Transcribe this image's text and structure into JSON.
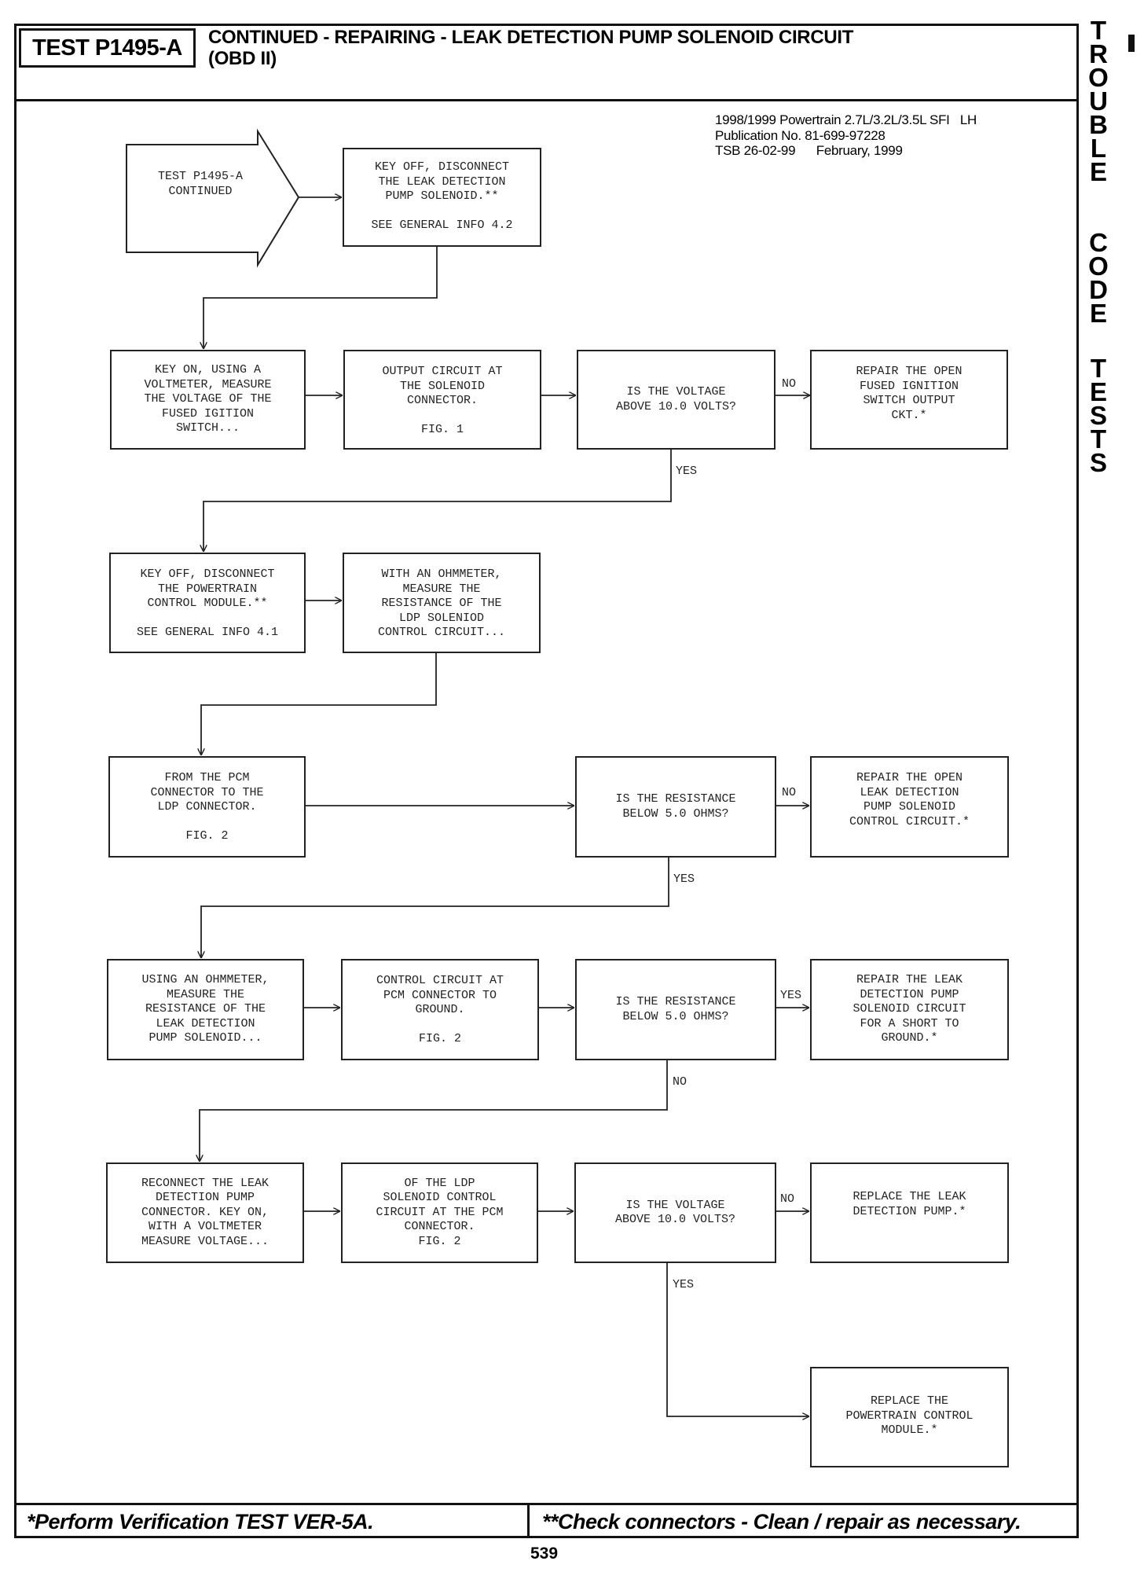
{
  "header": {
    "test_id": "TEST P1495-A",
    "title_line1": "CONTINUED - REPAIRING - LEAK DETECTION PUMP SOLENOID CIRCUIT",
    "title_line2": "(OBD II)"
  },
  "side_tab": [
    "T",
    "R",
    "O",
    "U",
    "B",
    "L",
    "E",
    "C",
    "O",
    "D",
    "E",
    "T",
    "E",
    "S",
    "T",
    "S"
  ],
  "publication": {
    "line1": "1998/1999 Powertrain 2.7L/3.2L/3.5L SFI   LH",
    "line2": "Publication No. 81-699-97228",
    "line3": "TSB 26-02-99      February, 1999"
  },
  "flowchart": {
    "start": [
      "TEST P1495-A",
      "CONTINUED"
    ],
    "step_key_off_disconnect_ldp": [
      "KEY OFF, DISCONNECT",
      "THE LEAK DETECTION",
      "PUMP SOLENOID.**",
      "",
      "SEE GENERAL INFO 4.2"
    ],
    "row1": {
      "measure": [
        "KEY ON, USING A",
        "VOLTMETER, MEASURE",
        "THE VOLTAGE OF THE",
        "FUSED IGITION",
        "SWITCH..."
      ],
      "location": [
        "OUTPUT CIRCUIT AT",
        "THE SOLENOID",
        "CONNECTOR.",
        "",
        "FIG. 1"
      ],
      "decision": [
        "IS THE VOLTAGE",
        "ABOVE 10.0 VOLTS?"
      ],
      "branch_label": "NO",
      "action": [
        "REPAIR THE OPEN",
        "FUSED IGNITION",
        "SWITCH OUTPUT",
        "CKT.*"
      ],
      "continue_label": "YES"
    },
    "row2": {
      "disconnect": [
        "KEY OFF, DISCONNECT",
        "THE POWERTRAIN",
        "CONTROL MODULE.**",
        "",
        "SEE GENERAL INFO 4.1"
      ],
      "measure": [
        "WITH AN OHMMETER,",
        "MEASURE THE",
        "RESISTANCE OF THE",
        "LDP SOLENIOD",
        "CONTROL CIRCUIT..."
      ]
    },
    "row3": {
      "location": [
        "FROM THE PCM",
        "CONNECTOR TO THE",
        "LDP CONNECTOR.",
        "",
        "FIG. 2"
      ],
      "decision": [
        "IS THE RESISTANCE",
        "BELOW 5.0 OHMS?"
      ],
      "branch_label": "NO",
      "action": [
        "REPAIR THE OPEN",
        "LEAK DETECTION",
        "PUMP SOLENOID",
        "CONTROL CIRCUIT.*"
      ],
      "continue_label": "YES"
    },
    "row4": {
      "measure": [
        "USING AN OHMMETER,",
        "MEASURE THE",
        "RESISTANCE OF THE",
        "LEAK DETECTION",
        "PUMP SOLENOID..."
      ],
      "location": [
        "CONTROL CIRCUIT AT",
        "PCM CONNECTOR TO",
        "GROUND.",
        "",
        "FIG. 2"
      ],
      "decision": [
        "IS THE RESISTANCE",
        "BELOW 5.0 OHMS?"
      ],
      "branch_label": "YES",
      "action": [
        "REPAIR THE LEAK",
        "DETECTION PUMP",
        "SOLENOID CIRCUIT",
        "FOR A SHORT TO",
        "GROUND.*"
      ],
      "continue_label": "NO"
    },
    "row5": {
      "measure": [
        "RECONNECT THE LEAK",
        "DETECTION PUMP",
        "CONNECTOR. KEY ON,",
        "WITH A VOLTMETER",
        "MEASURE VOLTAGE..."
      ],
      "location": [
        "OF THE LDP",
        "SOLENOID CONTROL",
        "CIRCUIT AT THE PCM",
        "CONNECTOR.",
        "FIG. 2"
      ],
      "decision": [
        "IS THE VOLTAGE",
        "ABOVE 10.0 VOLTS?"
      ],
      "branch_label": "NO",
      "action": [
        "REPLACE THE LEAK",
        "DETECTION PUMP.*"
      ],
      "continue_label": "YES"
    },
    "final_action": [
      "REPLACE THE",
      "POWERTRAIN CONTROL",
      "MODULE.*"
    ]
  },
  "footer": {
    "left_note": "*Perform Verification TEST VER-5A.",
    "right_note": "**Check connectors - Clean / repair as necessary.",
    "page_number": "539"
  }
}
